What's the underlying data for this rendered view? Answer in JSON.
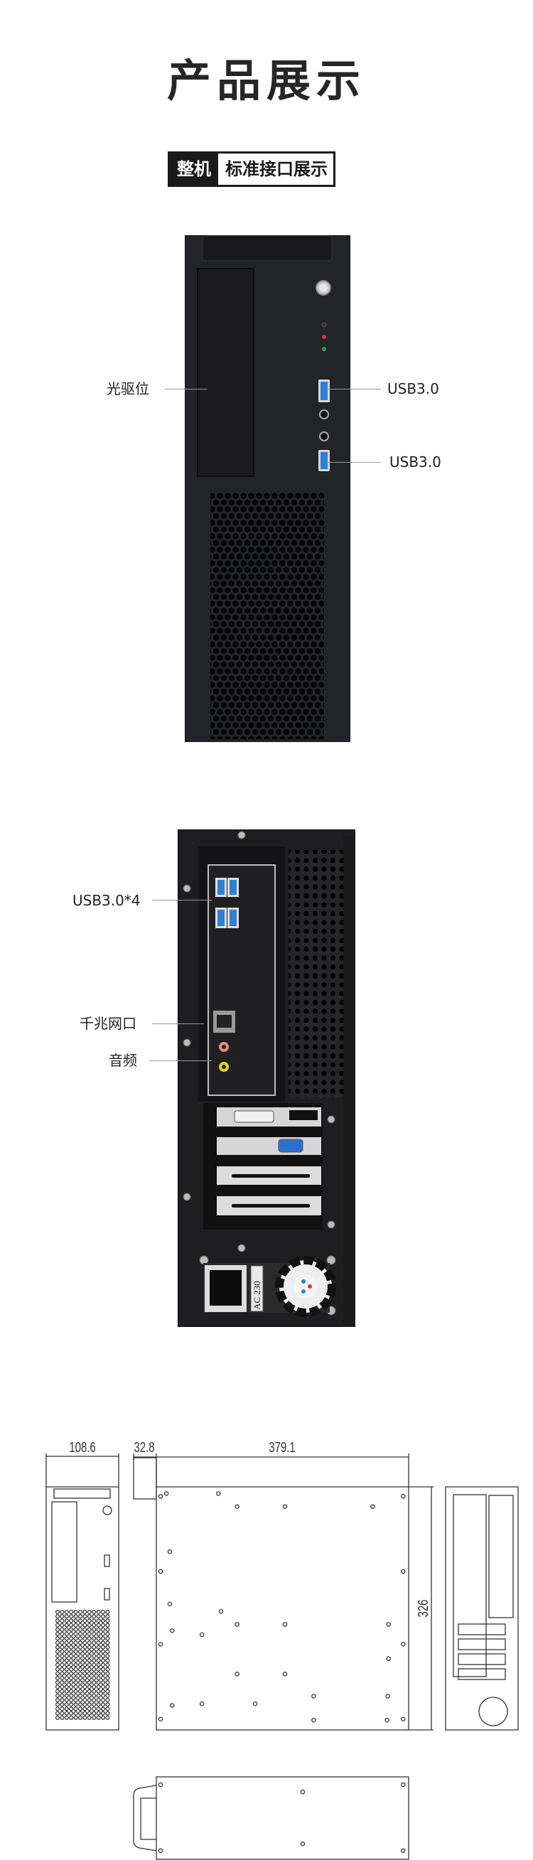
{
  "header": {
    "title": "产品展示"
  },
  "badge": {
    "category": "整机",
    "subtitle": "标准接口展示"
  },
  "front_view": {
    "labels": {
      "optical_drive": "光驱位",
      "usb_top": "USB3.0",
      "usb_bottom": "USB3.0"
    },
    "colors": {
      "case": "#232428",
      "usb": "#2f7fd6",
      "led_red": "#e0302a",
      "led_green": "#2aa14a"
    }
  },
  "rear_view": {
    "labels": {
      "usb": "USB3.0*4",
      "lan": "千兆网口",
      "audio": "音频"
    },
    "psu_label": "AC 230",
    "colors": {
      "case": "#1e1e20",
      "usb": "#2f7fd6",
      "vga": "#2b6fd1",
      "audio_pink": "#e88a86",
      "audio_yellow": "#e8d21a"
    }
  },
  "drawing": {
    "dims": {
      "front_width": "108.6",
      "handle_depth": "32.8",
      "body_depth": "379.1",
      "height": "326"
    }
  }
}
